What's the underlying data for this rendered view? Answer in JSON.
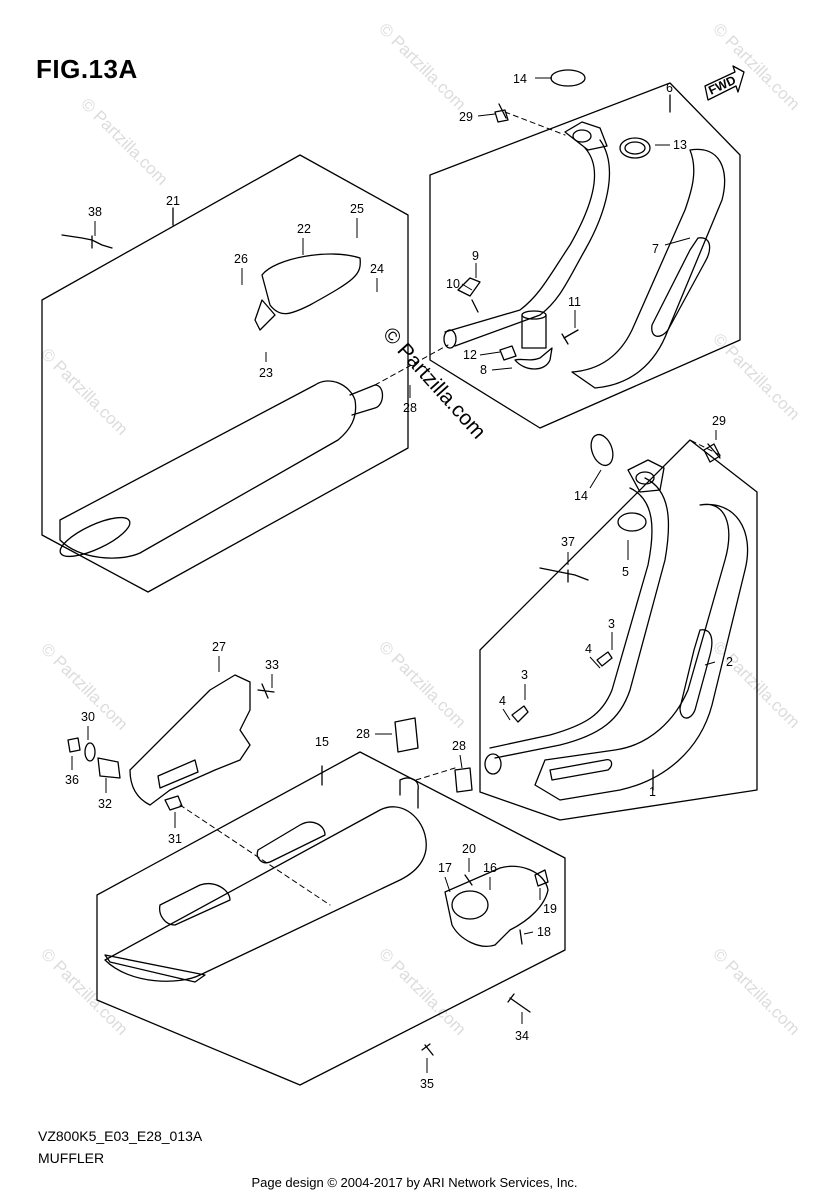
{
  "figure": {
    "title": "FIG.13A",
    "code": "VZ800K5_E03_E28_013A",
    "caption": "MUFFLER",
    "fwd_label": "FWD"
  },
  "watermark": {
    "main": "© Partzilla.com",
    "tile": "© Partzilla.com"
  },
  "footer": "Page design © 2004-2017 by ARI Network Services, Inc.",
  "callouts": [
    "1",
    "2",
    "3",
    "3",
    "4",
    "4",
    "5",
    "6",
    "7",
    "8",
    "9",
    "10",
    "11",
    "12",
    "13",
    "14",
    "14",
    "15",
    "16",
    "17",
    "18",
    "19",
    "20",
    "21",
    "22",
    "23",
    "24",
    "25",
    "26",
    "27",
    "28",
    "28",
    "28",
    "29",
    "29",
    "30",
    "31",
    "32",
    "33",
    "34",
    "35",
    "36",
    "37",
    "38"
  ]
}
